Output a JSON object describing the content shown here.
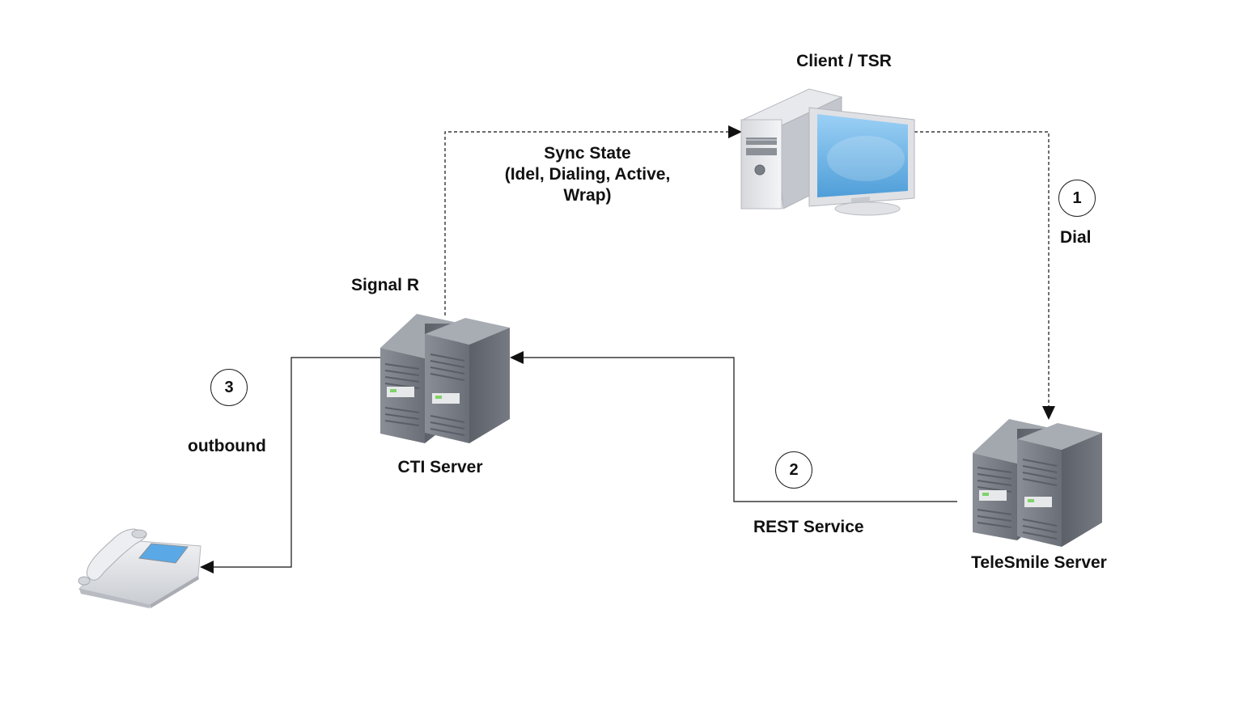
{
  "nodes": {
    "client": {
      "label": "Client / TSR"
    },
    "cti_server": {
      "label": "CTI Server"
    },
    "telesmile_server": {
      "label": "TeleSmile Server"
    },
    "signalr": {
      "label": "Signal R"
    }
  },
  "edges": {
    "sync_state": {
      "line1": "Sync State",
      "line2": "(Idel, Dialing, Active,",
      "line3": "Wrap)"
    },
    "dial": {
      "step": "1",
      "label": "Dial"
    },
    "rest": {
      "step": "2",
      "label": "REST Service"
    },
    "outbound": {
      "step": "3",
      "label": "outbound"
    }
  },
  "colors": {
    "line": "#111111",
    "server_dark": "#6f737b",
    "server_light": "#9a9ea6",
    "screen": "#6fb2e8"
  },
  "icons": [
    "desktop-computer-icon",
    "server-icon",
    "server-icon",
    "telephone-icon"
  ]
}
